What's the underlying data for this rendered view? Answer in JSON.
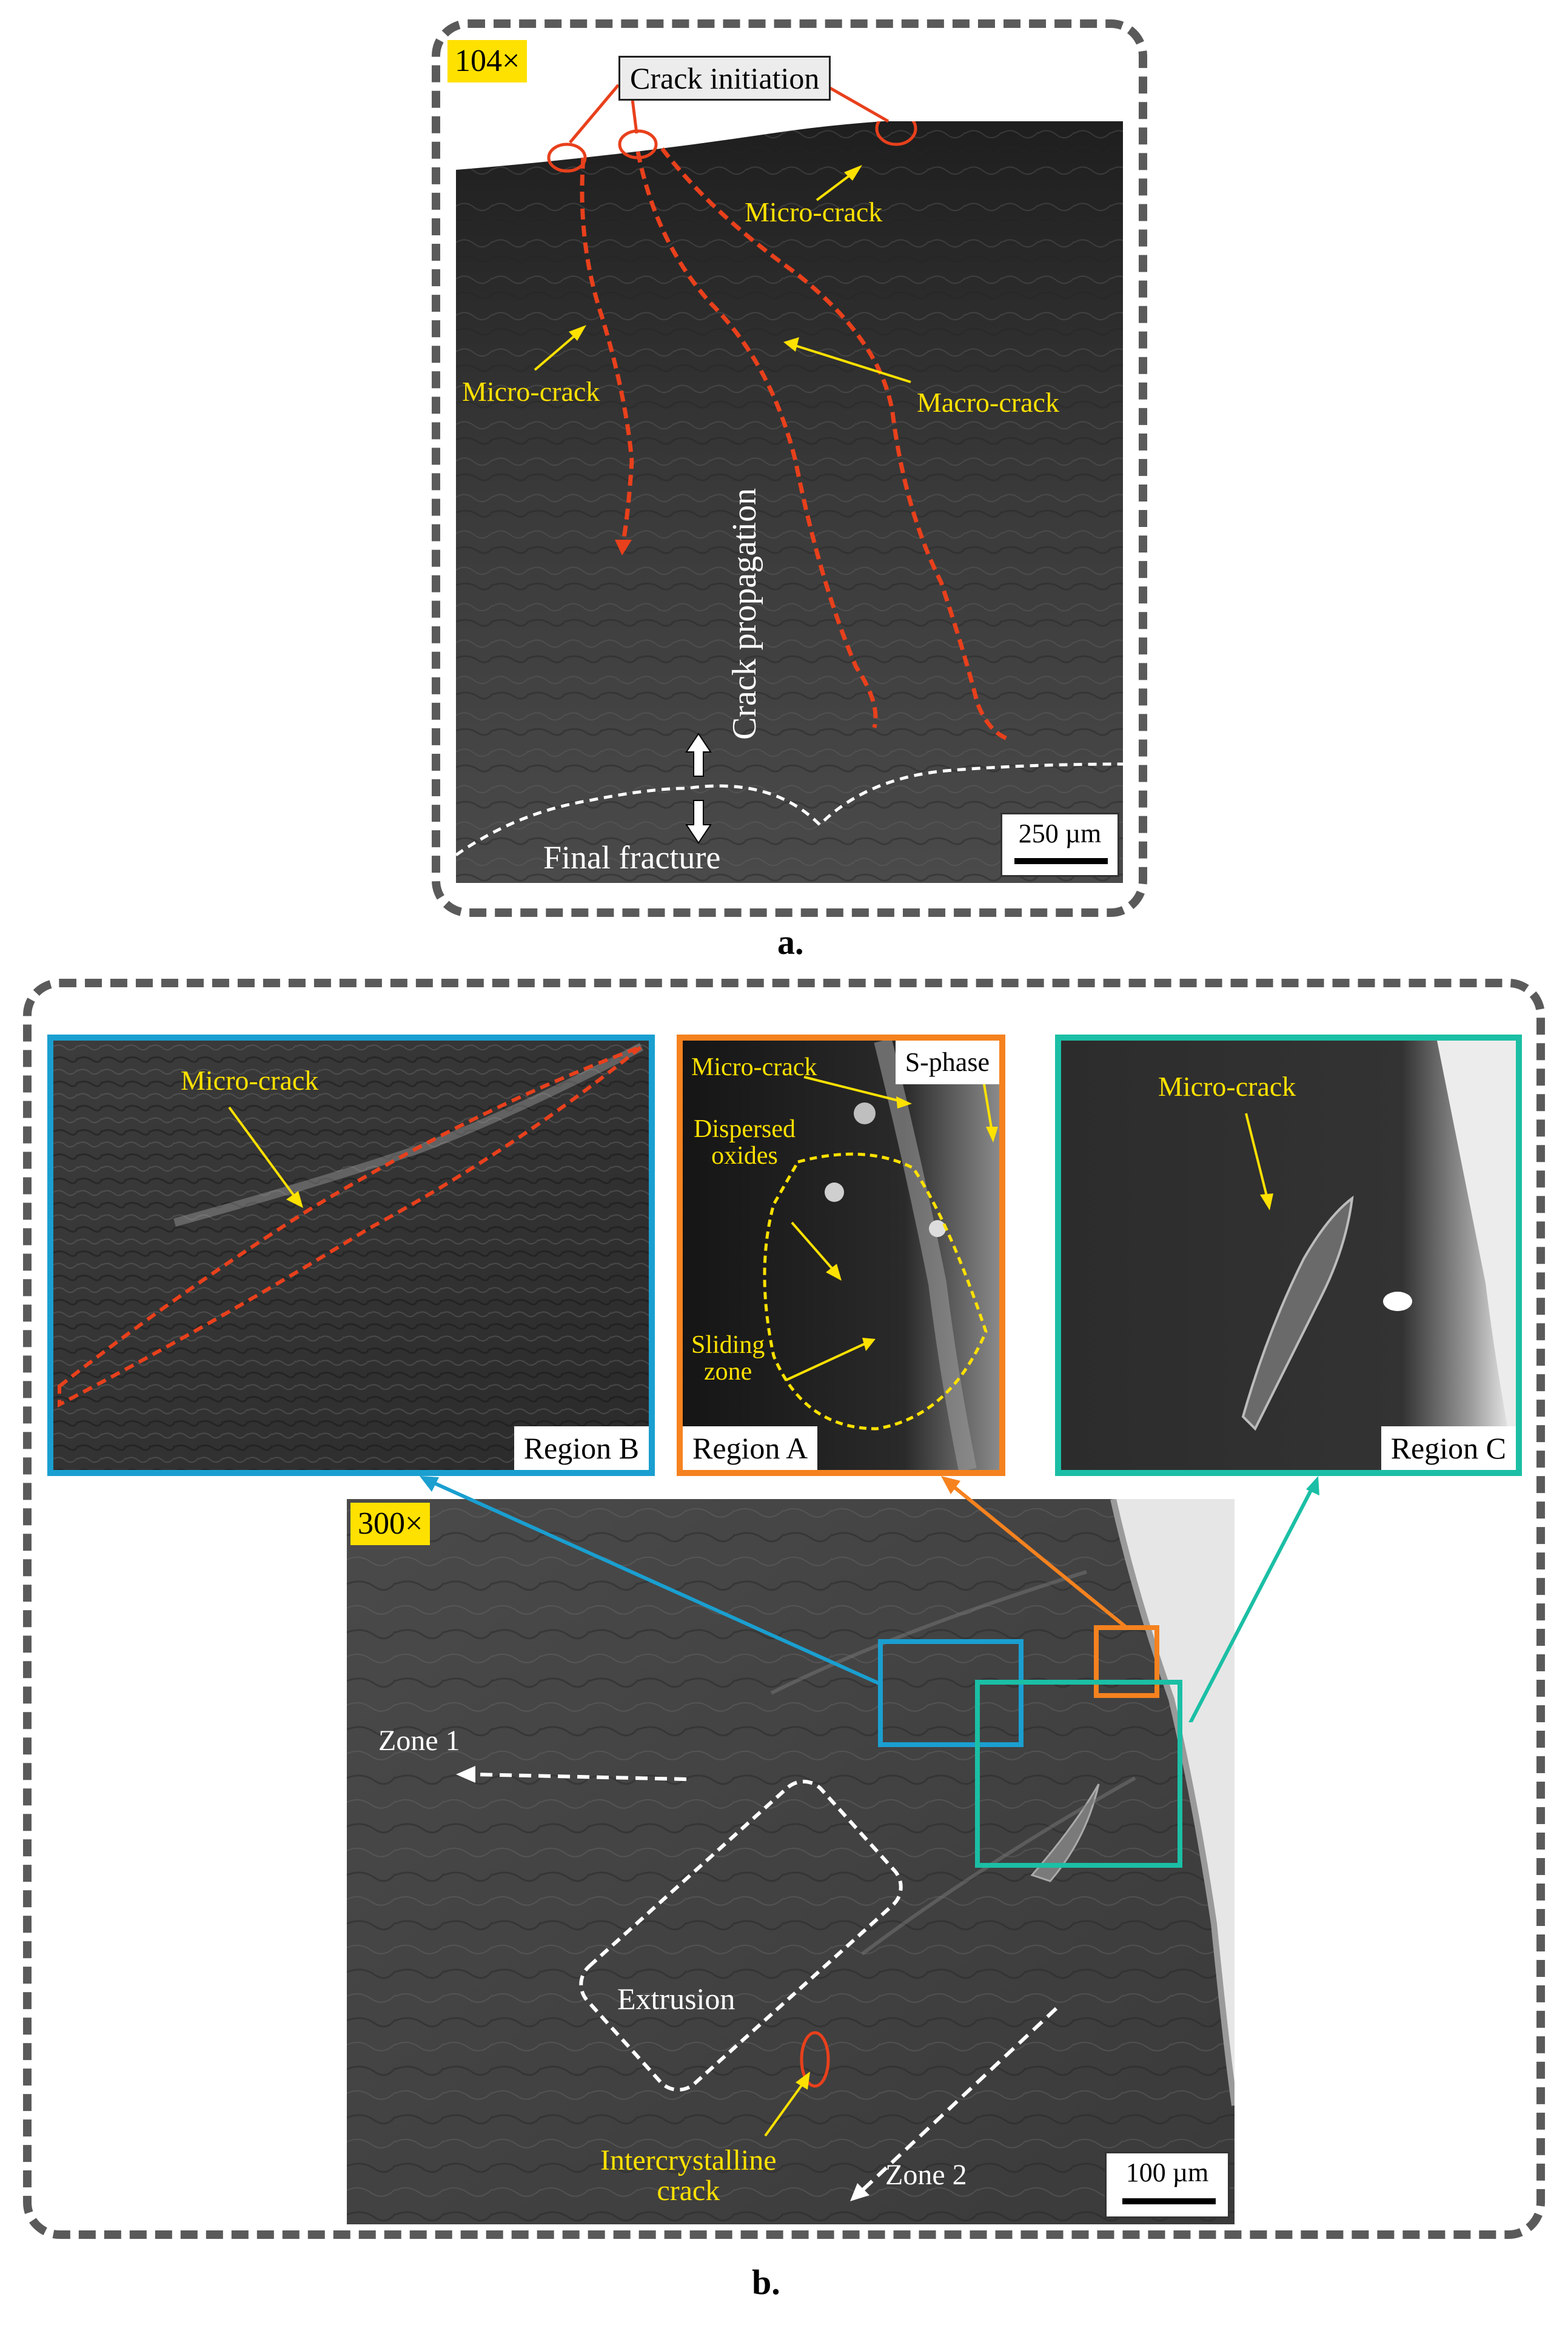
{
  "panel_a": {
    "magnification": "104×",
    "crack_initiation": "Crack initiation",
    "micro_crack_top": "Micro-crack",
    "micro_crack_left": "Micro-crack",
    "macro_crack": "Macro-crack",
    "crack_propagation": "Crack propagation",
    "final_fracture": "Final fracture",
    "scale": "250 µm",
    "caption": "a."
  },
  "panel_b": {
    "magnification": "300×",
    "region_b": {
      "label": "Region B",
      "micro_crack": "Micro-crack"
    },
    "region_a": {
      "label": "Region A",
      "micro_crack": "Micro-crack",
      "s_phase": "S-phase",
      "dispersed_oxides": "Dispersed\noxides",
      "sliding_zone": "Sliding\nzone"
    },
    "region_c": {
      "label": "Region C",
      "micro_crack": "Micro-crack"
    },
    "zone1": "Zone 1",
    "zone2": "Zone 2",
    "extrusion": "Extrusion",
    "intercrystalline": "Intercrystalline\ncrack",
    "scale": "100 µm",
    "caption": "b."
  },
  "colors": {
    "annotation_yellow": "#ffe100",
    "crack_red": "#e8401c",
    "region_a_orange": "#f5821f",
    "region_b_blue": "#1a9fd0",
    "region_c_teal": "#1bbfa5",
    "frame_gray": "#5a5a5a"
  }
}
